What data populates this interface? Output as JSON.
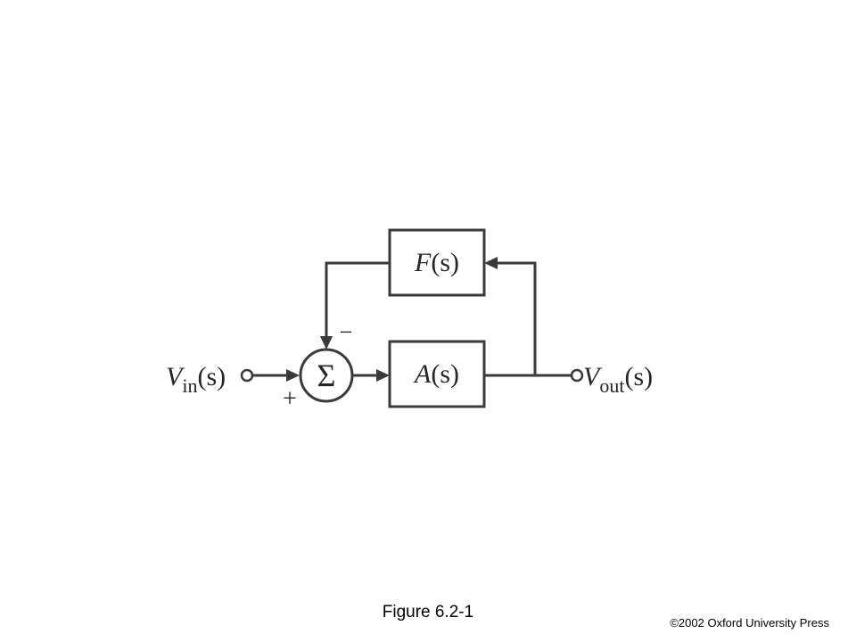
{
  "blocks": {
    "feedback": {
      "fn": "F",
      "arg": "(s)"
    },
    "forward": {
      "fn": "A",
      "arg": "(s)"
    }
  },
  "summer": {
    "symbol": "Σ",
    "plus_sign": "+",
    "minus_sign": "−"
  },
  "input": {
    "base": "V",
    "sub": "in",
    "arg": "(s)"
  },
  "output": {
    "base": "V",
    "sub": "out",
    "arg": "(s)"
  },
  "caption": "Figure 6.2-1",
  "copyright": "©2002 Oxford University Press"
}
